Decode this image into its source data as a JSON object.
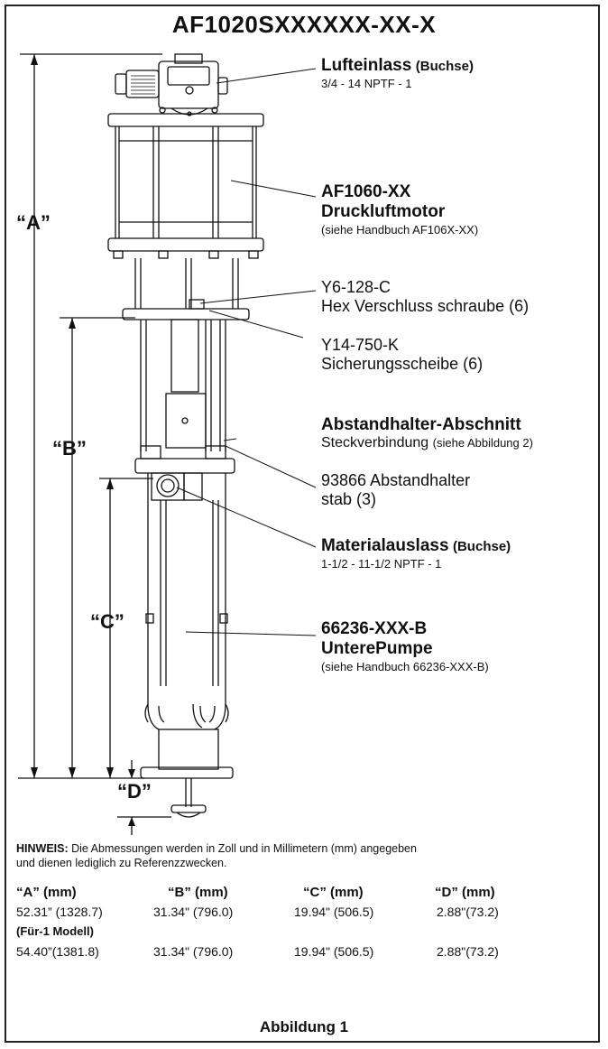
{
  "title": "AF1020SXXXXXX-XX-X",
  "labels": {
    "air_inlet_title": "Lufteinlass",
    "air_inlet_suffix": "(Buchse)",
    "air_inlet_spec": "3/4 - 14 NPTF - 1",
    "motor_part": "AF1060-XX",
    "motor_name": "Druckluftmotor",
    "motor_ref": "(siehe Handbuch AF106X-XX)",
    "screw_part": "Y6-128-C",
    "screw_name": "Hex Verschluss schraube (6)",
    "washer_part": "Y14-750-K",
    "washer_name": "Sicherungsscheibe (6)",
    "spacer_title": "Abstandhalter-Abschnitt",
    "spacer_conn": "Steckverbindung",
    "spacer_ref": "(siehe Abbildung 2)",
    "rod_line1": "93866 Abstandhalter",
    "rod_line2": "stab (3)",
    "outlet_title": "Materialauslass",
    "outlet_suffix": "(Buchse)",
    "outlet_spec": "1-1/2 - 11-1/2 NPTF - 1",
    "pump_part": "66236-XXX-B",
    "pump_name": "UnterePumpe",
    "pump_ref": "(siehe Handbuch 66236-XXX-B)"
  },
  "dimensions": {
    "A": "“A”",
    "B": "“B”",
    "C": "“C”",
    "D": "“D”"
  },
  "note": {
    "prefix": "HINWEIS:",
    "line1": "Die Abmessungen werden in Zoll und in Millimetern (mm) angegeben",
    "line2": "und dienen lediglich zu Referenzzwecken."
  },
  "table": {
    "headers": [
      "“A” (mm)",
      "“B” (mm)",
      "“C” (mm)",
      "“D” (mm)"
    ],
    "row1": [
      "52.31” (1328.7)",
      "31.34\" (796.0)",
      "19.94\" (506.5)",
      "2.88\"(73.2)"
    ],
    "model_label": "(Für-1 Modell)",
    "row2": [
      "54.40”(1381.8)",
      "31.34\" (796.0)",
      "19.94\" (506.5)",
      "2.88\"(73.2)"
    ]
  },
  "caption": "Abbildung 1"
}
